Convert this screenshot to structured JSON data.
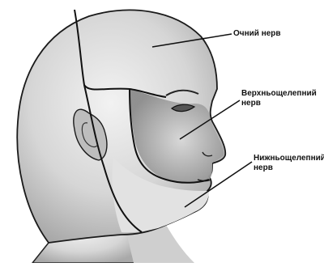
{
  "labels": {
    "ophthalmic": "Очний нерв",
    "maxillary_line1": "Верхньощелепний",
    "maxillary_line2": "нерв",
    "mandibular": "Нижньощелепний",
    "mandibular_line2": "нерв"
  },
  "colors": {
    "skin": "#dcdcdc",
    "shade": "#8a8a8a",
    "outline": "#111111",
    "background": "#ffffff"
  }
}
